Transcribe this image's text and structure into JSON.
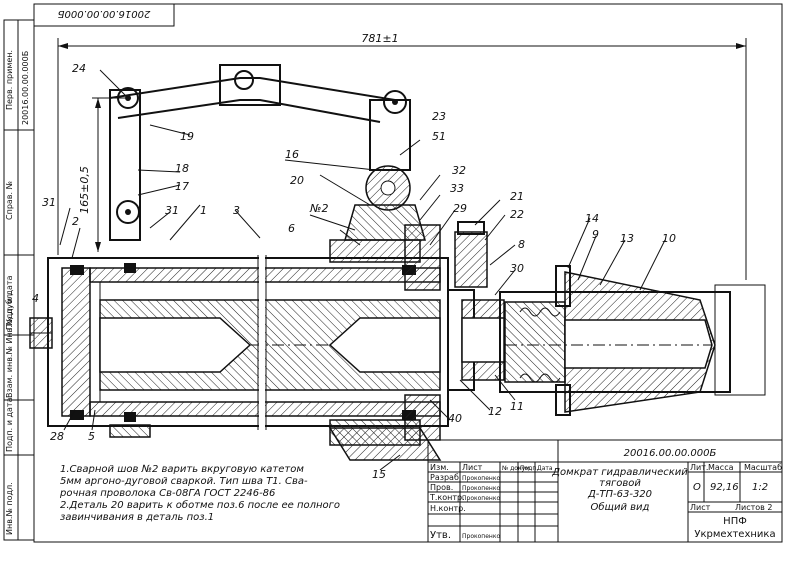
{
  "drawing_number_top": "20016.00.00.000Б",
  "overall_dimension": "781±1",
  "height_dimension": "165±0,5",
  "left_strip": {
    "perv_primen": "Перв. примен.",
    "perv_value": "20016.00.00.000Б",
    "sprav_no": "Справ. №",
    "podp_data_1": "Подп. и дата",
    "inv_dubl": "Взам. инв.№ Инв.№ дубл.",
    "podp_data_2": "Подп. и дата",
    "inv_podl": "Инв.№ подл."
  },
  "callouts": [
    "24",
    "19",
    "18",
    "17",
    "31",
    "1",
    "3",
    "2",
    "31",
    "4",
    "28",
    "5",
    "16",
    "20",
    "№2",
    "6",
    "23",
    "51",
    "32",
    "33",
    "29",
    "21",
    "22",
    "8",
    "30",
    "14",
    "9",
    "13",
    "10",
    "11",
    "12",
    "40",
    "15"
  ],
  "notes": [
    "1.Сварной шов №2 варить вкруговую катетом",
    "5мм аргоно-дуговой сваркой. Тип шва Т1. Сва-",
    "рочная проволока Св-08ГА ГОСТ 2246-86",
    "2.Деталь 20 варить к оботме поз.6 после ее полного",
    "завинчивания в деталь поз.1"
  ],
  "title_block": {
    "doc_number": "20016.00.00.000Б",
    "title_line1": "Домкрат гидравлический",
    "title_line2": "тяговой",
    "title_line3": "Д-ТП-63-320",
    "title_line4": "Общий вид",
    "lit": "Лит.",
    "massa": "Масса",
    "masshtab": "Масштаб",
    "lit_value": "О",
    "massa_value": "92,16",
    "masshtab_value": "1:2",
    "list_label": "Лист",
    "listov_label": "Листов 2",
    "org_line1": "НПФ",
    "org_line2": "Укрмехтехника",
    "rows": [
      {
        "role": "Изм.",
        "c2": "Лист",
        "c3": "№ докум.",
        "c4": "Подп.",
        "c5": "Дата"
      },
      {
        "role": "Разраб.",
        "c2": "Прокопенко",
        "c3": "",
        "c4": "",
        "c5": ""
      },
      {
        "role": "Пров.",
        "c2": "Прокопенко",
        "c3": "",
        "c4": "",
        "c5": ""
      },
      {
        "role": "Т.контр.",
        "c2": "Прокопенко",
        "c3": "",
        "c4": "",
        "c5": ""
      },
      {
        "role": "Н.контр.",
        "c2": "",
        "c3": "",
        "c4": "",
        "c5": ""
      },
      {
        "role": "Утв.",
        "c2": "Прокопенко",
        "c3": "",
        "c4": "",
        "c5": ""
      }
    ]
  }
}
